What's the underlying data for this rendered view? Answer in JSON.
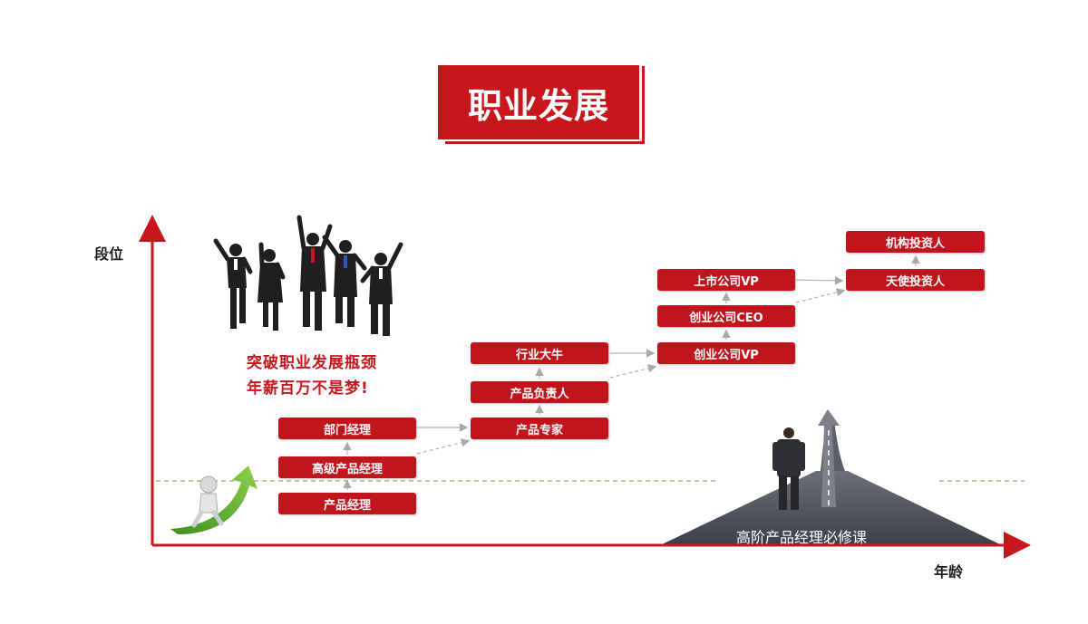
{
  "title": "职业发展",
  "axes": {
    "y_label": "段位",
    "x_label": "年龄"
  },
  "slogan": {
    "line1": "突破职业发展瓶颈",
    "line2": "年薪百万不是梦!"
  },
  "nodes": {
    "product_manager": "产品经理",
    "senior_pm": "高级产品经理",
    "dept_manager": "部门经理",
    "product_expert": "产品专家",
    "product_lead": "产品负责人",
    "industry_leader": "行业大牛",
    "startup_vp": "创业公司VP",
    "startup_ceo": "创业公司CEO",
    "listed_vp": "上市公司VP",
    "angel_investor": "天使投资人",
    "institutional_investor": "机构投资人"
  },
  "course_label": "高阶产品经理必修课",
  "colors": {
    "accent": "#c8161d",
    "node": "#c0151d",
    "road": "#4a4f57",
    "green_arrow": "#5aa832",
    "dashed_guide": "#9aa86a"
  }
}
